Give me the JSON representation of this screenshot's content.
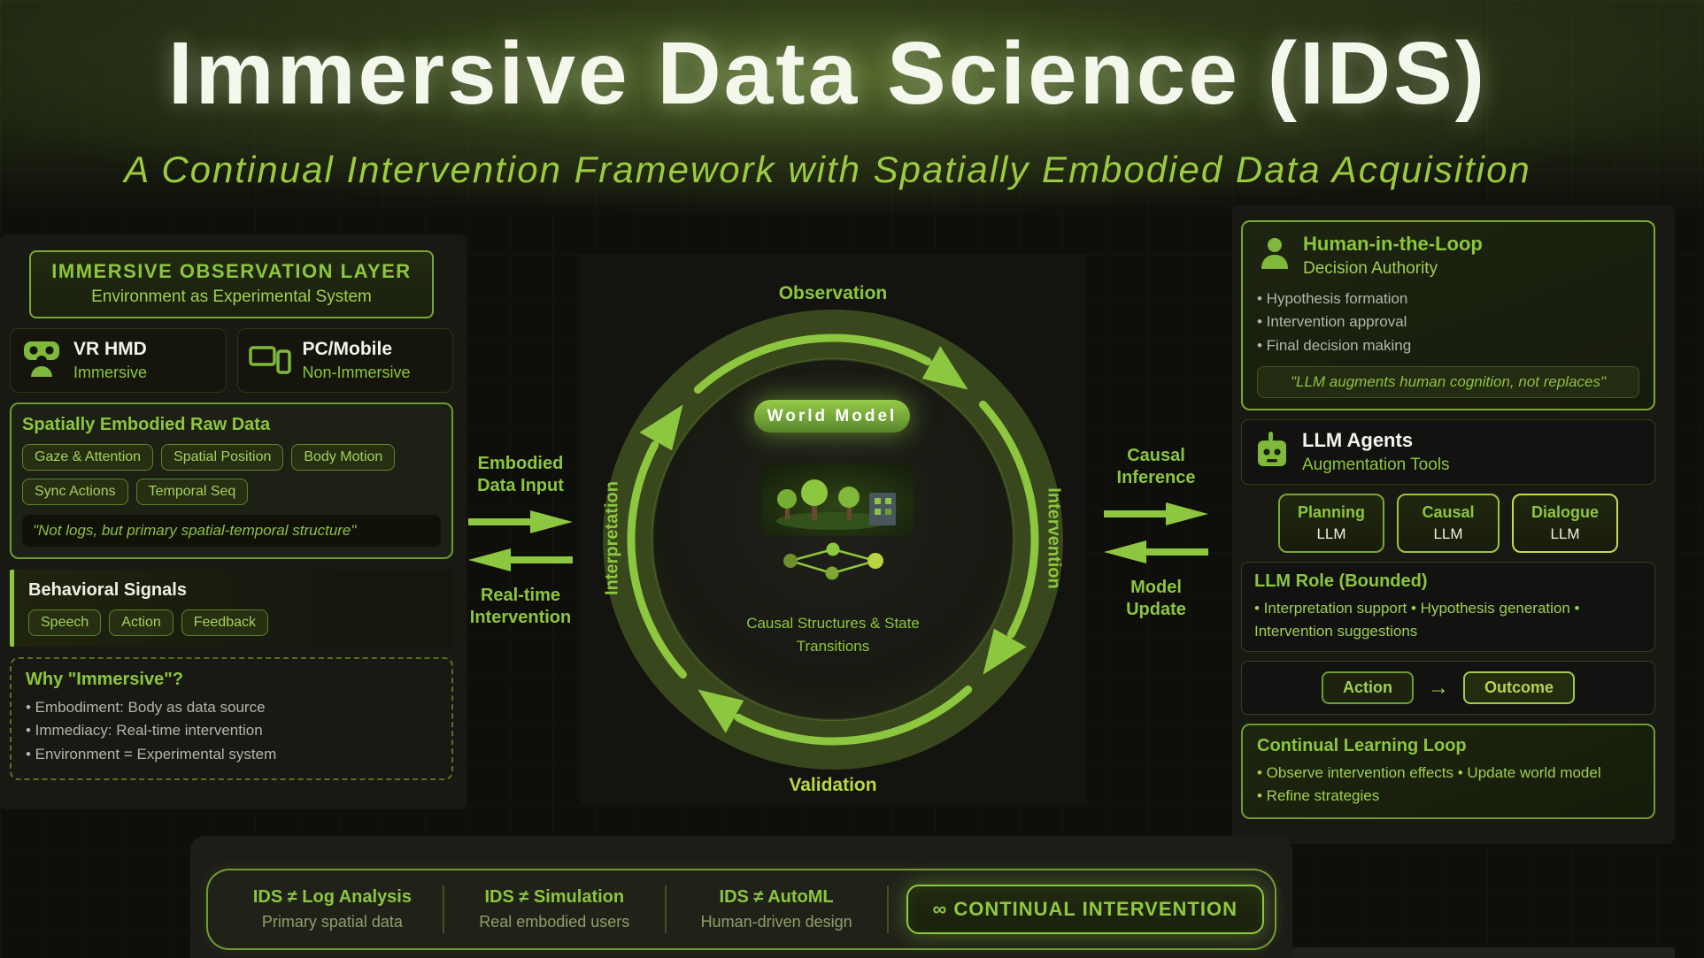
{
  "colors": {
    "accent": "#8cc63e",
    "accent_bright": "#b9d93e",
    "dark_ring": "#39471d",
    "text_gray": "#b3b6ac",
    "bg": "#0e0e0b"
  },
  "header": {
    "title": "Immersive Data Science (IDS)",
    "subtitle": "A Continual Intervention Framework with Spatially Embodied Data Acquisition"
  },
  "left": {
    "header": {
      "title": "IMMERSIVE OBSERVATION LAYER",
      "subtitle": "Environment as Experimental System"
    },
    "devices": [
      {
        "name": "VR HMD",
        "mode": "Immersive",
        "icon": "vr-headset-icon"
      },
      {
        "name": "PC/Mobile",
        "mode": "Non-Immersive",
        "icon": "monitor-phone-icon"
      }
    ],
    "raw": {
      "title": "Spatially Embodied Raw Data",
      "tags": [
        "Gaze & Attention",
        "Spatial Position",
        "Body Motion",
        "Sync Actions",
        "Temporal Seq"
      ],
      "quote": "\"Not logs, but primary spatial-temporal structure\""
    },
    "behavioral": {
      "title": "Behavioral Signals",
      "tags": [
        "Speech",
        "Action",
        "Feedback"
      ]
    },
    "why": {
      "title": "Why \"Immersive\"?",
      "bullets": [
        "• Embodiment: Body as data source",
        "• Immediacy: Real-time intervention",
        "• Environment = Experimental system"
      ]
    }
  },
  "flows": {
    "embodied": "Embodied Data Input",
    "realtime": "Real-time Intervention",
    "causal": "Causal Inference",
    "model": "Model Update"
  },
  "cycle": {
    "top": "Observation",
    "right": "Intervention",
    "bottom": "Validation",
    "left": "Interpretation",
    "world_model": "World Model",
    "caption": "Causal Structures & State Transitions"
  },
  "right": {
    "human": {
      "title": "Human-in-the-Loop",
      "subtitle": "Decision Authority",
      "bullets": [
        "• Hypothesis formation",
        "• Intervention approval",
        "• Final decision making"
      ],
      "quote": "\"LLM augments human cognition, not replaces\""
    },
    "agents": {
      "title": "LLM Agents",
      "subtitle": "Augmentation Tools"
    },
    "chips": [
      {
        "label": "Planning",
        "type": "LLM"
      },
      {
        "label": "Causal",
        "type": "LLM"
      },
      {
        "label": "Dialogue",
        "type": "LLM"
      }
    ],
    "role": {
      "title": "LLM Role (Bounded)",
      "text": "• Interpretation support • Hypothesis generation • Intervention suggestions"
    },
    "ao": {
      "action": "Action",
      "arrow": "→",
      "outcome": "Outcome"
    },
    "loop": {
      "title": "Continual Learning Loop",
      "lines": [
        "• Observe intervention effects • Update world model",
        "• Refine strategies"
      ]
    }
  },
  "bottom": {
    "items": [
      {
        "h": "IDS ≠ Log Analysis",
        "s": "Primary spatial data"
      },
      {
        "h": "IDS ≠ Simulation",
        "s": "Real embodied users"
      },
      {
        "h": "IDS ≠ AutoML",
        "s": "Human-driven design"
      }
    ],
    "cta": "∞ CONTINUAL INTERVENTION"
  }
}
